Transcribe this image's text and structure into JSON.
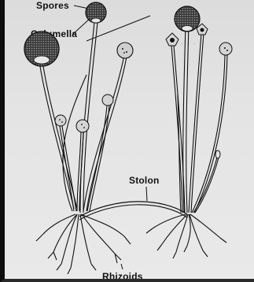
{
  "labels": {
    "spores": "Spores",
    "columella": "Columella",
    "stolon": "Stolon",
    "rhizoids": "Rhizoids"
  },
  "colors": {
    "ink": "#111111",
    "paper": "#e6e6e6",
    "sporangium": "#2b2b2b"
  }
}
